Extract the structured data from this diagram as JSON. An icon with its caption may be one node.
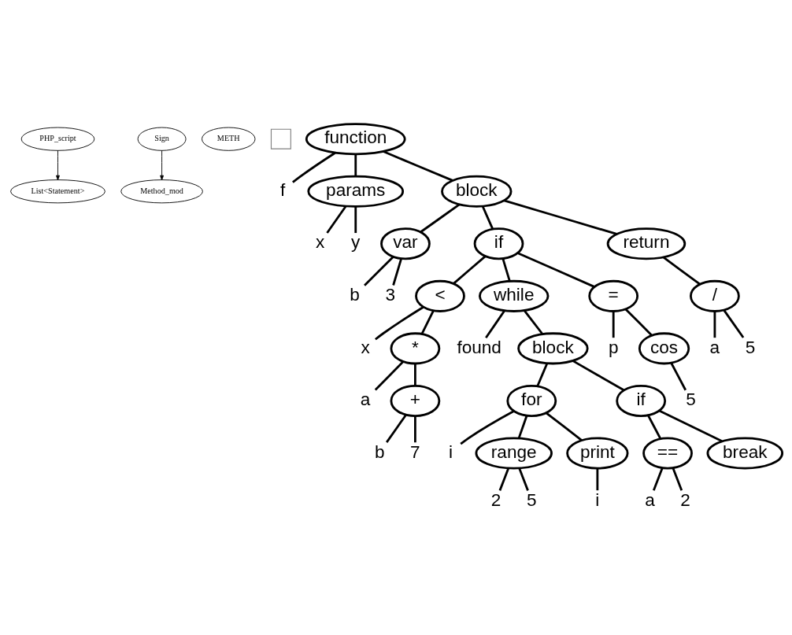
{
  "diagram": {
    "nodes": [
      {
        "text": [
          "PHP_script"
        ]
      },
      {
        "text": [
          "List<Statement>"
        ]
      },
      {
        "text": [
          "Sign"
        ]
      },
      {
        "text": [
          "Method_mod"
        ]
      },
      {
        "text": [
          "METH"
        ]
      },
      {
        "text": [],
        "shape": "box"
      },
      {
        "text": [
          "function"
        ]
      },
      {
        "text": [
          "f"
        ]
      },
      {
        "text": [
          "block"
        ]
      },
      {
        "text": [
          "params"
        ]
      },
      {
        "text": [
          "var"
        ]
      },
      {
        "text": [
          "if"
        ]
      },
      {
        "text": [
          "return"
        ]
      },
      {
        "text": [
          "x"
        ]
      },
      {
        "text": [
          "y"
        ]
      },
      {
        "text": [
          "b"
        ]
      },
      {
        "text": [
          "3"
        ]
      },
      {
        "text": [
          "while"
        ]
      },
      {
        "text": [
          "="
        ]
      },
      {
        "text": [
          "/"
        ]
      },
      {
        "text": [
          "<"
        ]
      },
      {
        "text": [
          "found"
        ]
      },
      {
        "text": [
          "block"
        ]
      },
      {
        "text": [
          "p"
        ]
      },
      {
        "text": [
          "cos"
        ]
      },
      {
        "text": [
          "a"
        ]
      },
      {
        "text": [
          "5"
        ]
      },
      {
        "text": [
          "x"
        ]
      },
      {
        "text": [
          "*"
        ]
      },
      {
        "text": [
          "5"
        ]
      },
      {
        "text": [
          "for"
        ]
      },
      {
        "text": [
          "if"
        ]
      },
      {
        "text": [
          "a"
        ]
      },
      {
        "text": [
          "+"
        ]
      },
      {
        "text": [
          "i"
        ]
      },
      {
        "text": [
          "print"
        ]
      },
      {
        "text": [
          "range"
        ]
      },
      {
        "text": [
          "=="
        ]
      },
      {
        "text": [
          "break"
        ]
      },
      {
        "text": [
          "b"
        ]
      },
      {
        "text": [
          "7"
        ]
      },
      {
        "text": [
          "i"
        ]
      },
      {
        "text": [
          "2"
        ]
      },
      {
        "text": [
          "5"
        ]
      },
      {
        "text": [
          "a"
        ]
      },
      {
        "text": [
          "2"
        ]
      }
    ],
    "edges": [
      {
        "from": 0,
        "to": 1,
        "arrow": "to"
      },
      {
        "from": 2,
        "to": 3,
        "arrow": "to"
      },
      {
        "from": 6,
        "to": 7,
        "arrow": "none"
      },
      {
        "from": 6,
        "to": 9,
        "arrow": "none"
      },
      {
        "from": 6,
        "to": 8,
        "arrow": "none"
      },
      {
        "from": 8,
        "to": 10,
        "arrow": "none"
      },
      {
        "from": 8,
        "to": 11,
        "arrow": "none"
      },
      {
        "from": 8,
        "to": 12,
        "arrow": "none"
      },
      {
        "from": 9,
        "to": 13,
        "arrow": "none"
      },
      {
        "from": 9,
        "to": 14,
        "arrow": "none"
      },
      {
        "from": 10,
        "to": 15,
        "arrow": "none"
      },
      {
        "from": 10,
        "to": 16,
        "arrow": "none"
      },
      {
        "from": 11,
        "to": 20,
        "arrow": "none"
      },
      {
        "from": 11,
        "to": 17,
        "arrow": "none"
      },
      {
        "from": 11,
        "to": 18,
        "arrow": "none"
      },
      {
        "from": 17,
        "to": 21,
        "arrow": "none"
      },
      {
        "from": 17,
        "to": 22,
        "arrow": "none"
      },
      {
        "from": 18,
        "to": 23,
        "arrow": "none"
      },
      {
        "from": 18,
        "to": 24,
        "arrow": "none"
      },
      {
        "from": 24,
        "to": 29,
        "arrow": "none"
      },
      {
        "from": 12,
        "to": 19,
        "arrow": "none"
      },
      {
        "from": 19,
        "to": 25,
        "arrow": "none"
      },
      {
        "from": 19,
        "to": 26,
        "arrow": "none"
      },
      {
        "from": 20,
        "to": 27,
        "arrow": "none"
      },
      {
        "from": 20,
        "to": 28,
        "arrow": "none"
      },
      {
        "from": 28,
        "to": 32,
        "arrow": "none"
      },
      {
        "from": 28,
        "to": 33,
        "arrow": "none"
      },
      {
        "from": 33,
        "to": 39,
        "arrow": "none"
      },
      {
        "from": 33,
        "to": 40,
        "arrow": "none"
      },
      {
        "from": 22,
        "to": 30,
        "arrow": "none"
      },
      {
        "from": 22,
        "to": 31,
        "arrow": "none"
      },
      {
        "from": 30,
        "to": 34,
        "arrow": "none"
      },
      {
        "from": 30,
        "to": 36,
        "arrow": "none"
      },
      {
        "from": 30,
        "to": 35,
        "arrow": "none"
      },
      {
        "from": 35,
        "to": 41,
        "arrow": "none"
      },
      {
        "from": 36,
        "to": 42,
        "arrow": "none"
      },
      {
        "from": 36,
        "to": 43,
        "arrow": "none"
      },
      {
        "from": 31,
        "to": 37,
        "arrow": "none"
      },
      {
        "from": 31,
        "to": 38,
        "arrow": "none"
      },
      {
        "from": 37,
        "to": 44,
        "arrow": "none"
      },
      {
        "from": 37,
        "to": 45,
        "arrow": "none"
      }
    ]
  }
}
